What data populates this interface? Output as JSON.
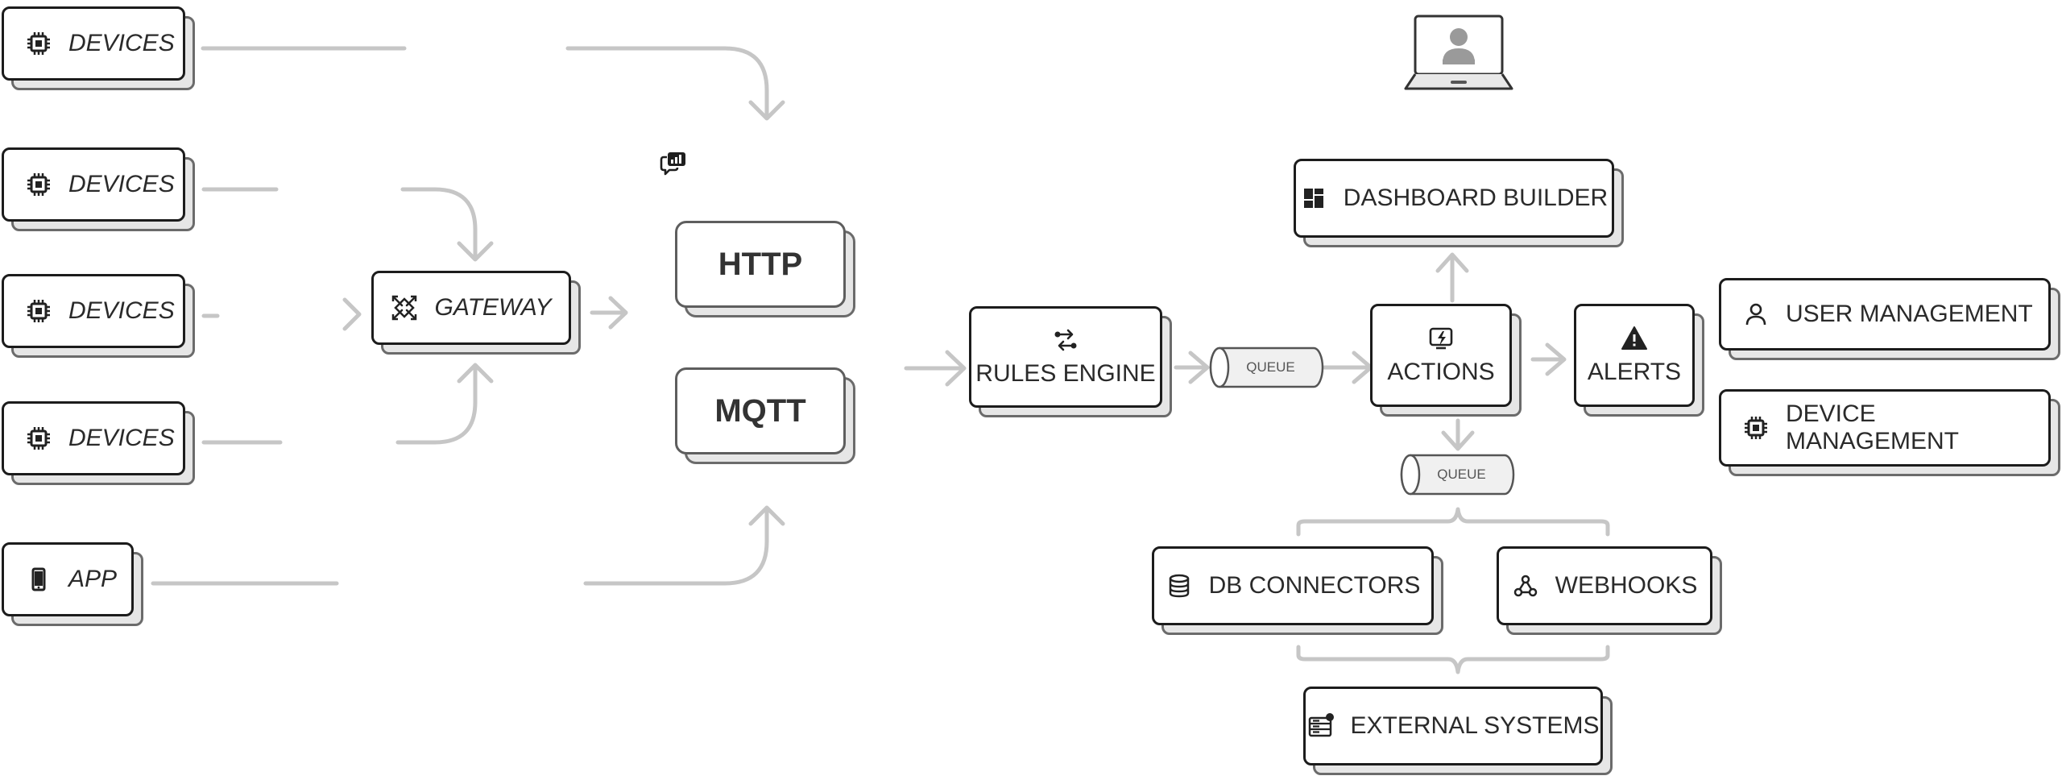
{
  "nodes": {
    "devices": [
      "DEVICES",
      "DEVICES",
      "DEVICES",
      "DEVICES"
    ],
    "app": "APP",
    "gateway": "GATEWAY",
    "http": "HTTP",
    "mqtt": "MQTT",
    "rules_engine": "RULES ENGINE",
    "actions": "ACTIONS",
    "alerts": "ALERTS",
    "dashboard_builder": "DASHBOARD BUILDER",
    "user_management": "USER MANAGEMENT",
    "device_management": "DEVICE MANAGEMENT",
    "db_connectors": "DB CONNECTORS",
    "webhooks": "WEBHOOKS",
    "external_systems": "EXTERNAL SYSTEMS"
  },
  "queues": [
    "QUEUE",
    "QUEUE"
  ],
  "icons": {
    "device": "chip-icon",
    "app": "smartphone-icon",
    "gateway": "gateway-icon",
    "rules_engine": "rules-icon",
    "actions": "actions-icon",
    "alerts": "warning-icon",
    "dashboard_builder": "dashboard-icon",
    "user_management": "user-icon",
    "device_management": "chip-icon",
    "db_connectors": "database-icon",
    "webhooks": "webhook-icon",
    "external_systems": "server-icon",
    "laptop": "laptop-user-icon",
    "chat": "chat-chart-icon"
  },
  "colors": {
    "connector": "#c6c6c6",
    "border": "#1c1c1c",
    "shadow": "#e6e6e6",
    "text": "#2a2a2a"
  }
}
